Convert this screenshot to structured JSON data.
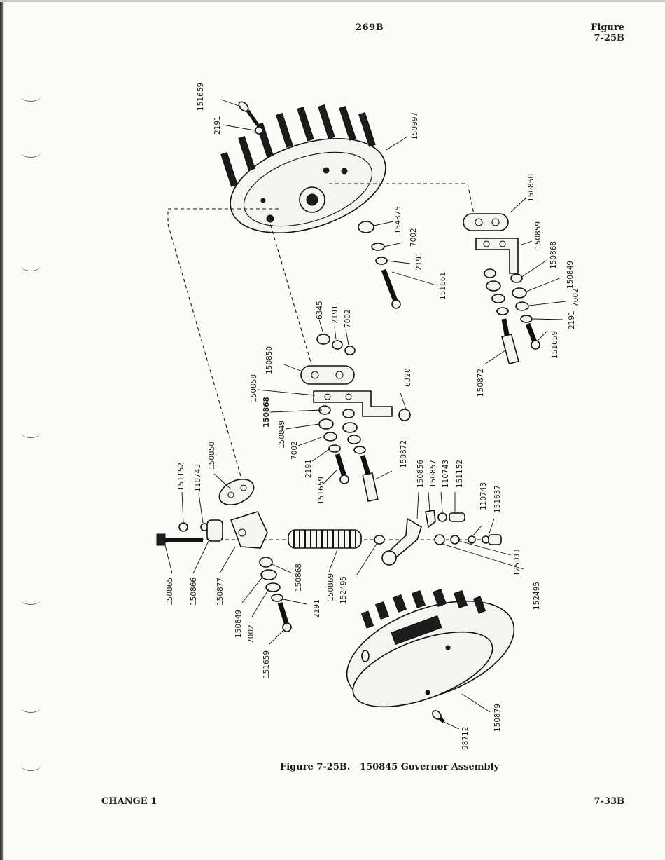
{
  "header": {
    "page_number": "269B",
    "figure_label_line1": "Figure",
    "figure_label_line2": "7-25B"
  },
  "caption": "Figure 7-25B.   150845 Governor Assembly",
  "footer": {
    "change": "CHANGE 1",
    "page_ref": "7-33B"
  },
  "part_callouts": {
    "p_151659_top": "151659",
    "p_2191_top": "2191",
    "p_150997": "150997",
    "p_154375": "154375",
    "p_7002_a": "7002",
    "p_2191_a": "2191",
    "p_151661": "151661",
    "p_150850_r": "150850",
    "p_150859": "150859",
    "p_150868_r": "150868",
    "p_150849_r": "150849",
    "p_7002_r": "7002",
    "p_2191_r": "2191",
    "p_151659_r": "151659",
    "p_150872_r": "150872",
    "p_6345": "6345",
    "p_2191_m": "2191",
    "p_7002_m": "7002",
    "p_150850_m": "150850",
    "p_150858": "150858",
    "p_6320": "6320",
    "p_150868_m": "150868",
    "p_150849_m": "150849",
    "p_7002_m2": "7002",
    "p_2191_m2": "2191",
    "p_151659_m": "151659",
    "p_150872_m": "150872",
    "p_150856": "150856",
    "p_150857": "150857",
    "p_110743_m": "110743",
    "p_151152_m": "151152",
    "p_110743_r": "110743",
    "p_151637": "151637",
    "p_125011": "125011",
    "p_152495_r": "152495",
    "p_151152_l": "151152",
    "p_110743_l": "110743",
    "p_150850_l": "150850",
    "p_150865": "150865",
    "p_150866": "150866",
    "p_150877": "150877",
    "p_150868_l": "150868",
    "p_150849_l": "150849",
    "p_7002_l": "7002",
    "p_2191_l": "2191",
    "p_151659_l": "151659",
    "p_150869": "150869",
    "p_152495_l": "152495",
    "p_150879": "150879",
    "p_98712": "98712"
  }
}
